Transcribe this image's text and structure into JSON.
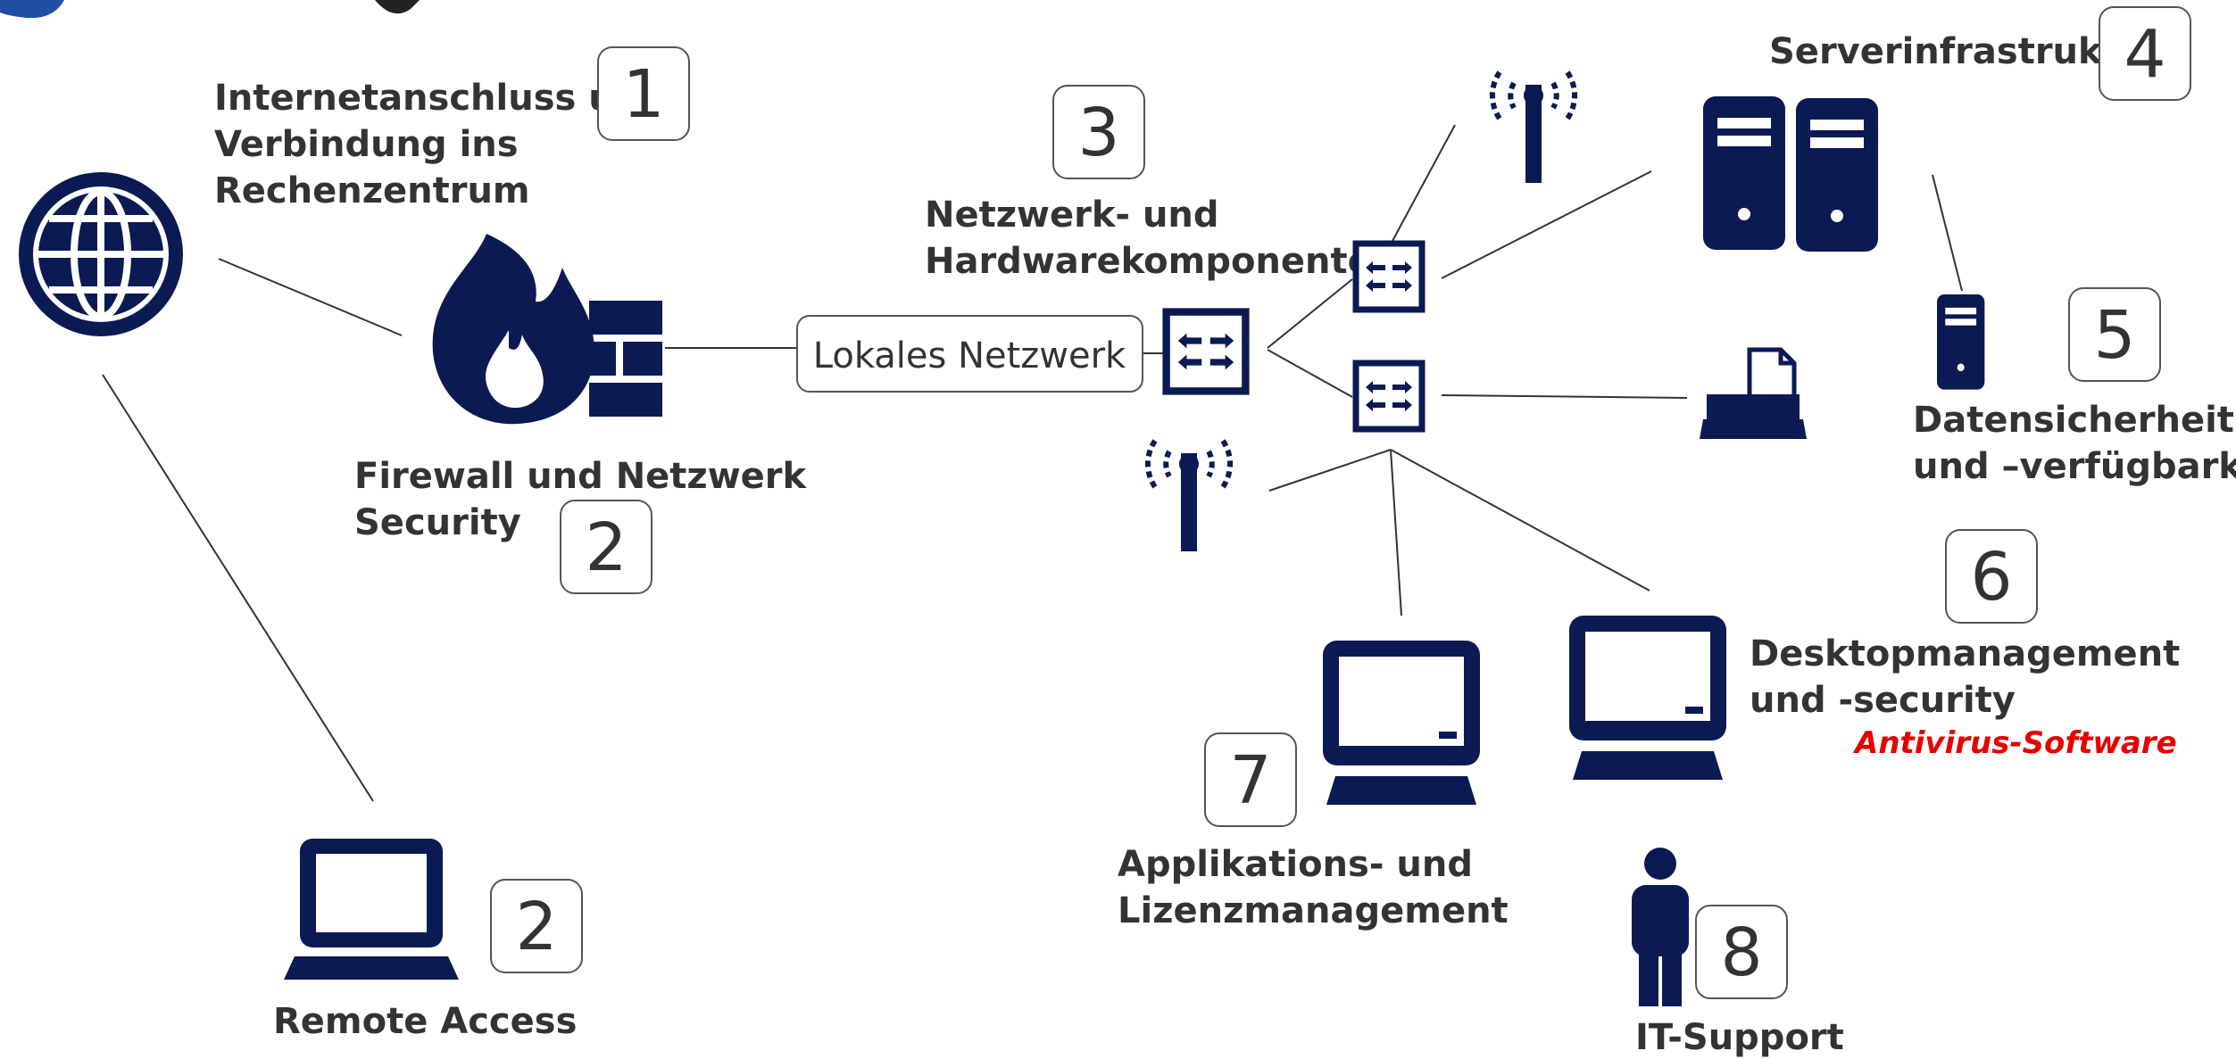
{
  "labels": {
    "internet_line1": "Internetanschluss und",
    "internet_line2": "Verbindung ins",
    "internet_line3": "Rechenzentrum",
    "firewall_line1": "Firewall und Netzwerk",
    "firewall_line2": "Security",
    "remote_access": "Remote Access",
    "network_line1": "Netzwerk- und",
    "network_line2": "Hardwarekomponenten",
    "local_network": "Lokales Netzwerk",
    "server": "Serverinfrastruktur",
    "backup_line1": "Datensicherheit",
    "backup_line2": "und –verfügbarkeit",
    "desktop_line1": "Desktopmanagement",
    "desktop_line2": "und -security",
    "antivirus": "Antivirus-Software",
    "apps_line1": "Applikations- und",
    "apps_line2": "Lizenzmanagement",
    "it_support": "IT-Support"
  },
  "numbers": {
    "internet": "1",
    "firewall": "2",
    "remote": "2",
    "network": "3",
    "server": "4",
    "backup": "5",
    "desktop": "6",
    "apps": "7",
    "support": "8"
  },
  "colors": {
    "icon": "#0b1a52",
    "text": "#333333",
    "accent": "#e60000"
  },
  "icons": [
    "globe-icon",
    "firewall-icon",
    "laptop-icon",
    "switch-icon",
    "antenna-icon",
    "server-icon",
    "printer-icon",
    "desktop-icon",
    "person-icon"
  ]
}
